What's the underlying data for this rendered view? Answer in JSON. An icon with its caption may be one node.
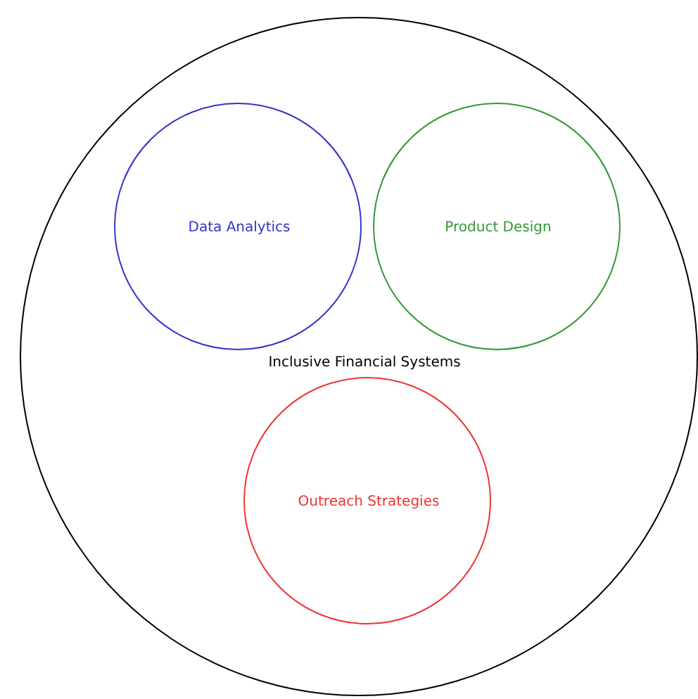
{
  "diagram": {
    "nodes": [
      {
        "text": [
          "Inclusive Financial Systems"
        ]
      },
      {
        "text": [
          "Data Analytics"
        ],
        "in": 0
      },
      {
        "text": [
          "Product Design"
        ],
        "in": 0
      },
      {
        "text": [
          "Outreach Strategies"
        ],
        "in": 0
      }
    ]
  }
}
